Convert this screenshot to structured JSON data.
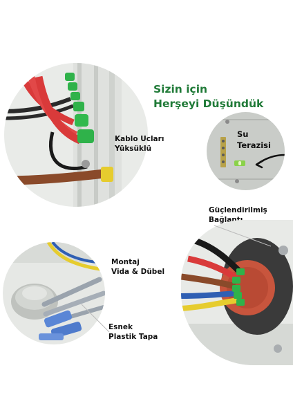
{
  "headline": {
    "line1": "Sizin için",
    "line2": "Herşeyi  Düşündük"
  },
  "features": {
    "cable_lugs": {
      "line1": "Kablo Ucları",
      "line2": "Yüksüklü"
    },
    "spirit_level": {
      "line1": "Su",
      "line2": "Terazisi"
    },
    "reinforced_connection": {
      "line1": "Güçlendirilmiş",
      "line2": "Bağlantı"
    },
    "mounting": {
      "line1": "Montaj",
      "line2": "Vida & Dübel"
    },
    "plastic_plug": {
      "line1": "Esnek",
      "line2": "Plastik Tapa"
    }
  },
  "colors": {
    "headline_green": "#1f7a37",
    "label_black": "#111111",
    "ferrule_green": "#2fb24a",
    "cable_red": "#d93a3a",
    "cable_yellow": "#e6cc2e",
    "cable_blue": "#2f5fb3",
    "cable_brown": "#8a4a2a",
    "terminal_orange": "#c8553d",
    "panel_grey": "#cfd2cf"
  }
}
